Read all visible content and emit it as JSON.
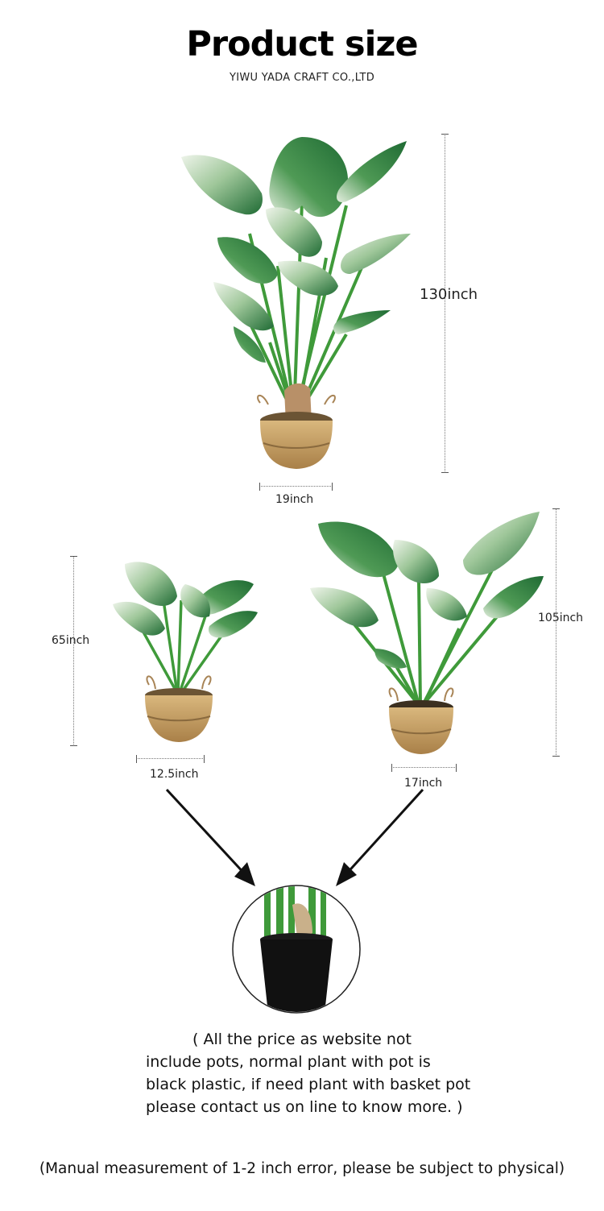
{
  "header": {
    "title": "Product size",
    "company": "YIWU YADA CRAFT CO.,LTD"
  },
  "large_plant": {
    "height_label": "130inch",
    "width_label": "19inch"
  },
  "small_plant": {
    "height_label": "65inch",
    "width_label": "12.5inch"
  },
  "medium_plant": {
    "height_label": "105inch",
    "width_label": "17inch"
  },
  "note": {
    "line1": "( All the price as website not",
    "line2": "include pots, normal plant with pot is",
    "line3": "black plastic, if need plant with basket pot",
    "line4": "please contact us on line to know more. )"
  },
  "footer": {
    "text": "(Manual measurement of 1-2 inch error, please be subject to physical)"
  },
  "colors": {
    "leaf_dark": "#1f6b34",
    "leaf_light": "#e8f0e2",
    "stem": "#3f9a3a",
    "basket": "#c9a46a",
    "pot": "#111111"
  }
}
